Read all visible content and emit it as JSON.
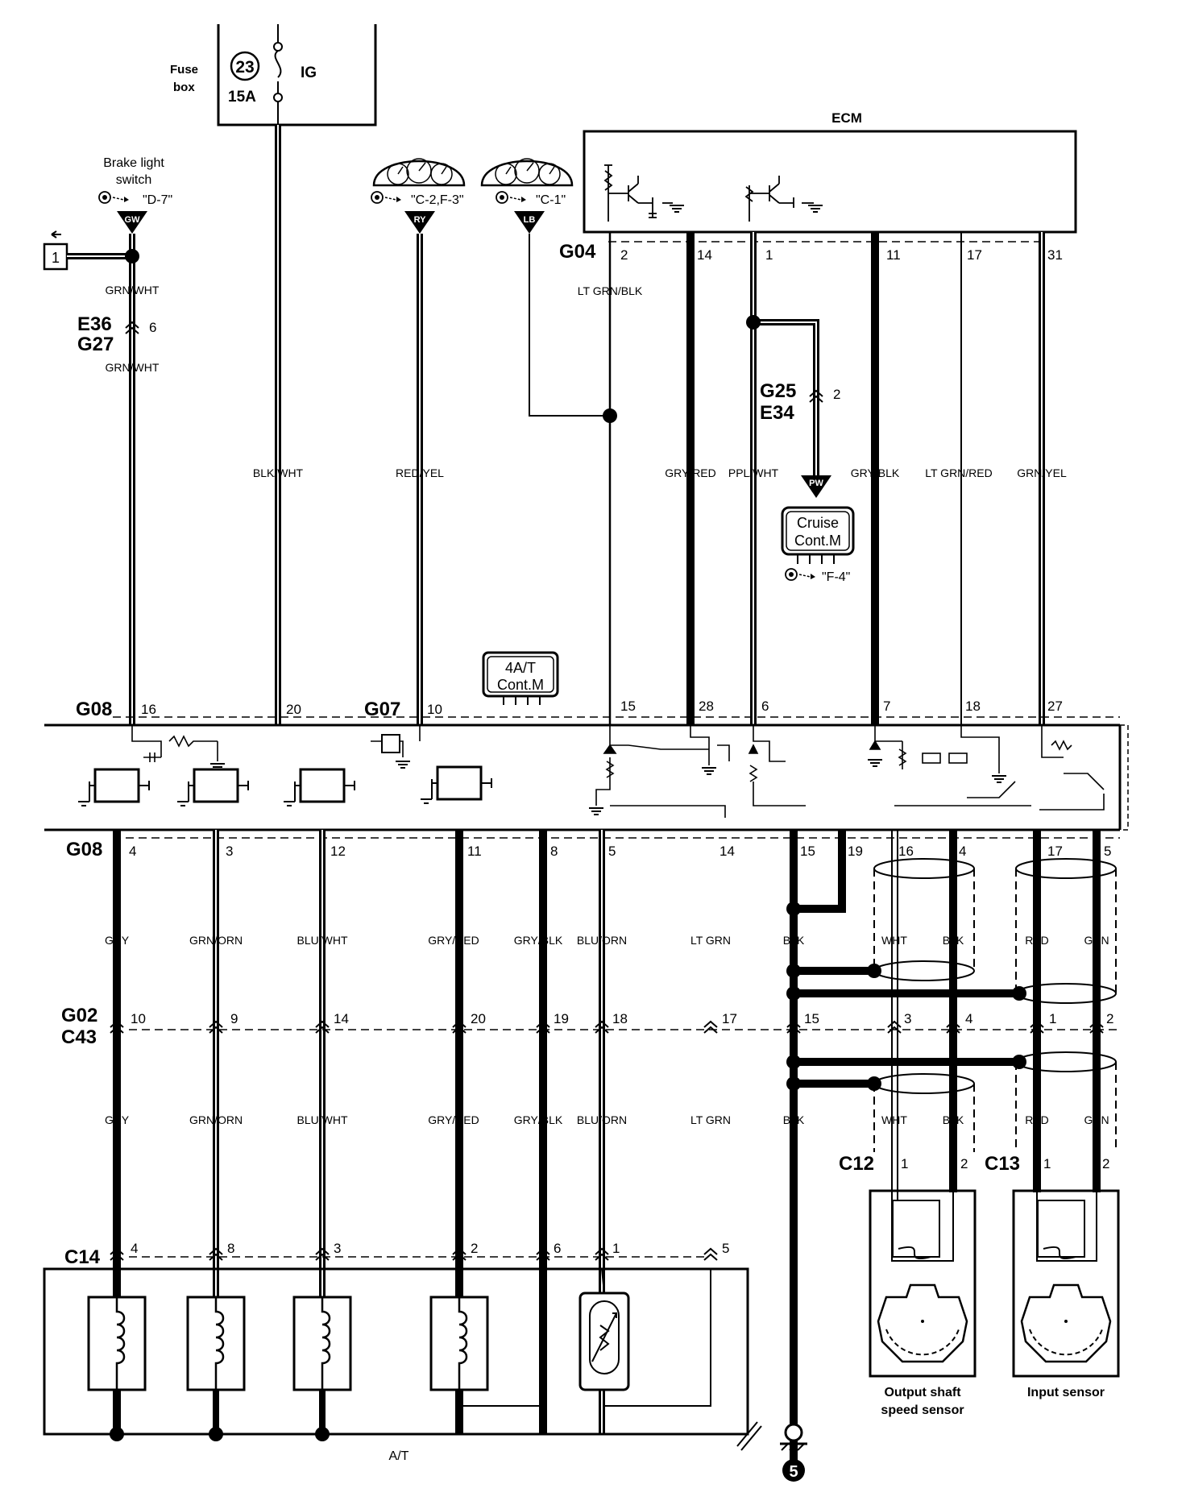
{
  "fuse_box": {
    "label_line1": "Fuse",
    "label_line2": "box",
    "fuse_number": "23",
    "rating": "15A",
    "circuit": "IG"
  },
  "ecm": {
    "label": "ECM"
  },
  "tcm_label_line1": "4A/T",
  "tcm_label_line2": "Cont.M",
  "cruise_label_line1": "Cruise",
  "cruise_label_line2": "Cont.M",
  "brake_switch": {
    "line1": "Brake light",
    "line2": "switch",
    "ref": "\"D-7\"",
    "code": "GW"
  },
  "meter_refs": [
    {
      "ref": "\"C-2,F-3\"",
      "code": "RY"
    },
    {
      "ref": "\"C-1\"",
      "code": "LB"
    }
  ],
  "cruise_ref": "\"F-4\"",
  "cruise_code": "PW",
  "box_one_label": "1",
  "connectors": {
    "E36": "E36",
    "G27": "G27",
    "E36_pin": "6",
    "G04": "G04",
    "G25": "G25",
    "E34": "E34",
    "G25_pin": "2",
    "G08_top": "G08",
    "G07": "G07",
    "G08_bottom": "G08",
    "G02": "G02",
    "C43": "C43",
    "C14": "C14",
    "C12": "C12",
    "C13": "C13"
  },
  "ecm_pins": [
    "2",
    "14",
    "1",
    "11",
    "17",
    "31"
  ],
  "upper_wires": {
    "brake": "GRN/WHT",
    "brake_lower": "GRN/WHT",
    "fuse": "BLK/WHT",
    "meter": "RED/YEL",
    "lt_grn_blk": "LT GRN/BLK",
    "gry_red": "GRY/RED",
    "ppl_wht": "PPL/WHT",
    "gry_blk": "GRY/BLK",
    "lt_grn_red": "LT GRN/RED",
    "grn_yel": "GRN/YEL"
  },
  "tcm_top_pins": [
    "16",
    "20",
    "10",
    "15",
    "28",
    "6",
    "7",
    "18",
    "27"
  ],
  "tcm_bottom_pins": [
    "4",
    "3",
    "12",
    "11",
    "8",
    "5",
    "14",
    "15",
    "19",
    "16",
    "4",
    "17",
    "5"
  ],
  "lower_wires": [
    "GRY",
    "GRN/ORN",
    "BLU/WHT",
    "GRY/RED",
    "GRY/BLK",
    "BLU/ORN",
    "LT GRN",
    "BLK",
    "WHT",
    "BLK",
    "RED",
    "GRN"
  ],
  "g02_pins": [
    "10",
    "9",
    "14",
    "20",
    "19",
    "18",
    "17",
    "15",
    "3",
    "4",
    "1",
    "2"
  ],
  "c14_pins": [
    "4",
    "8",
    "3",
    "2",
    "6",
    "1",
    "5"
  ],
  "c12_pins": [
    "1",
    "2"
  ],
  "c13_pins": [
    "1",
    "2"
  ],
  "sensors": {
    "output_line1": "Output shaft",
    "output_line2": "speed sensor",
    "input": "Input sensor"
  },
  "at_label": "A/T",
  "ground_number": "5"
}
